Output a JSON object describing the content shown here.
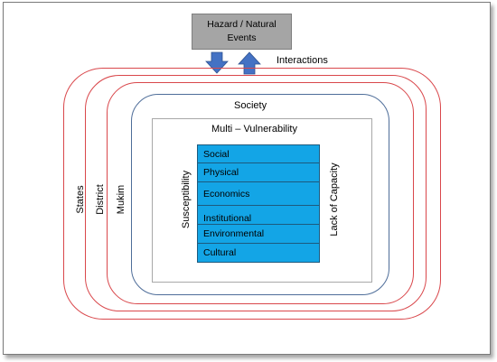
{
  "hazard": {
    "line1": "Hazard / Natural",
    "line2": "Events"
  },
  "interactions": "Interactions",
  "rings": {
    "states": "States",
    "district": "District",
    "mukim": "Mukim"
  },
  "society": "Society",
  "multi_vulnerability": "Multi – Vulnerability",
  "susceptibility": "Susceptibility",
  "lack_of_capacity": "Lack of Capacity",
  "vulnerability_types": [
    "Social",
    "Physical",
    "Economics",
    "Institutional",
    "Environmental",
    "Cultural"
  ],
  "colors": {
    "arrow": "#4472c4",
    "stack": "#13a5e6",
    "ring": "#d9474b",
    "society_border": "#4e6d99",
    "hazard_box": "#a5a5a5"
  }
}
